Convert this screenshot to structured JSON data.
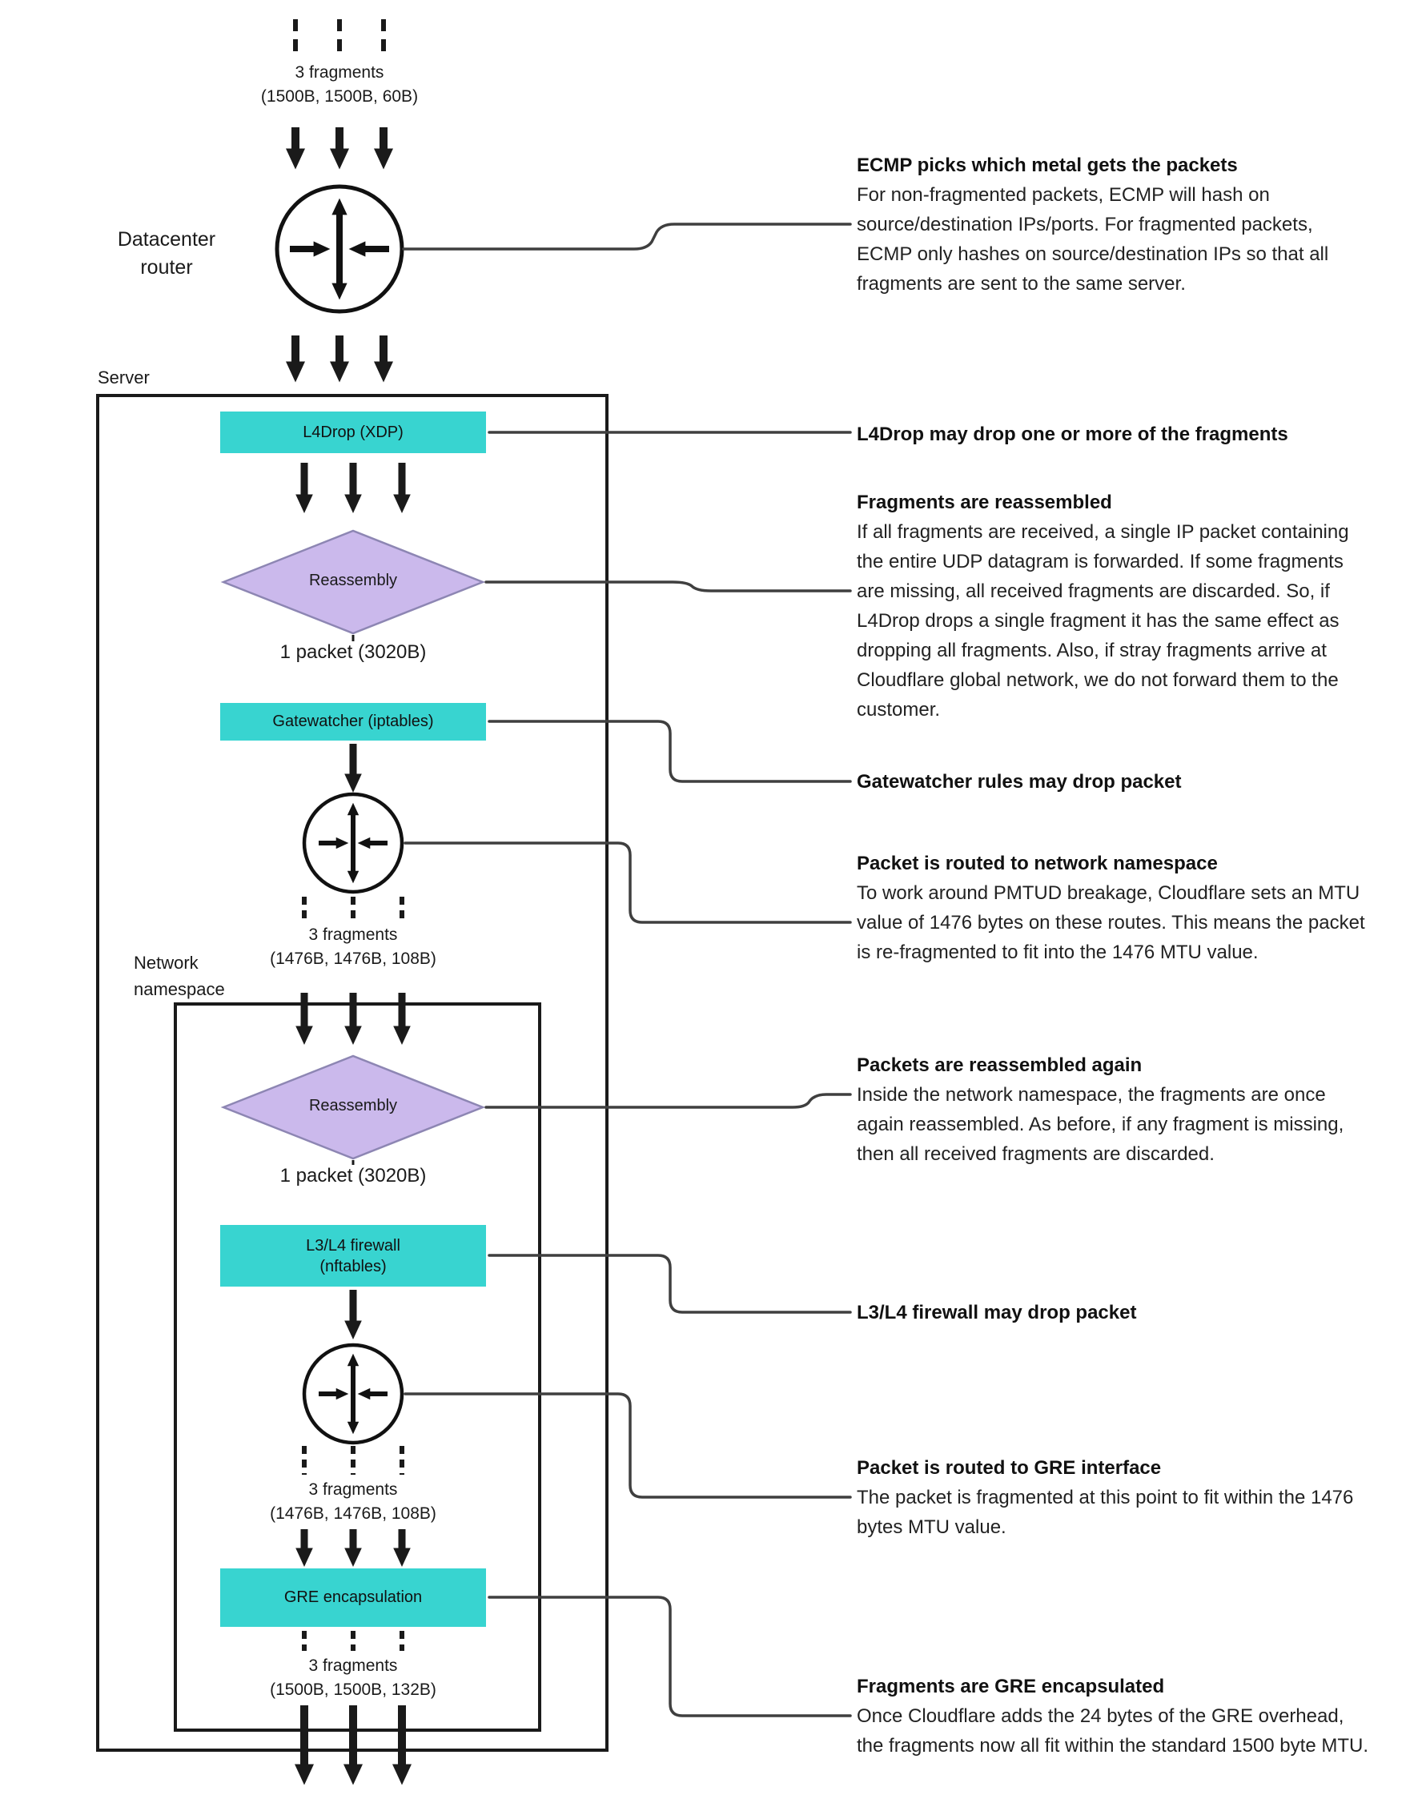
{
  "colors": {
    "cyan": "#38D4D0",
    "purple": "#CBB9EC",
    "outline": "#1a1a1a"
  },
  "top": {
    "fragments_label": "3 fragments",
    "fragments_sizes": "(1500B, 1500B, 60B)",
    "router_label": "Datacenter router"
  },
  "server": {
    "label": "Server",
    "l4drop": "L4Drop (XDP)",
    "reassembly": "Reassembly",
    "packet": "1 packet (3020B)",
    "gatewatcher": "Gatewatcher (iptables)",
    "frag_label": "3 fragments",
    "frag_sizes": "(1476B, 1476B, 108B)"
  },
  "ns": {
    "label": "Network namespace",
    "reassembly": "Reassembly",
    "packet": "1 packet (3020B)",
    "fw1": "L3/L4 firewall",
    "fw2": "(nftables)",
    "frag_label": "3 fragments",
    "frag_sizes": "(1476B, 1476B, 108B)",
    "gre": "GRE encapsulation",
    "out_label": "3 fragments",
    "out_sizes": "(1500B, 1500B, 132B)"
  },
  "annotations": [
    {
      "title": "ECMP picks which metal gets the packets",
      "body": "For non-fragmented packets, ECMP will hash on source/destination IPs/ports. For fragmented packets, ECMP only hashes on source/destination IPs so that all fragments are sent to the same server."
    },
    {
      "title": "L4Drop may drop one or more of the fragments",
      "body": ""
    },
    {
      "title": "Fragments are reassembled",
      "body": "If all fragments are received, a single IP packet containing the entire UDP datagram is forwarded. If some fragments are missing, all received fragments are discarded. So, if L4Drop drops a single fragment it has the same effect as dropping all fragments. Also, if stray fragments arrive at Cloudflare global network, we do not forward them to the customer."
    },
    {
      "title": "Gatewatcher rules may drop packet",
      "body": ""
    },
    {
      "title": "Packet is routed to network namespace",
      "body": "To work around PMTUD breakage, Cloudflare sets an MTU value of 1476 bytes on these routes. This means the packet is re-fragmented to fit into the 1476 MTU value."
    },
    {
      "title": "Packets are reassembled again",
      "body": "Inside the network namespace, the fragments are once again reassembled. As before, if any fragment is missing, then all received fragments are discarded."
    },
    {
      "title": "L3/L4 firewall may drop packet",
      "body": ""
    },
    {
      "title": "Packet is routed to GRE interface",
      "body": "The packet is fragmented at this point to fit within the 1476 bytes MTU value."
    },
    {
      "title": "Fragments are GRE encapsulated",
      "body": "Once Cloudflare adds the 24 bytes of the GRE overhead, the fragments now all fit within the standard 1500 byte MTU."
    }
  ]
}
